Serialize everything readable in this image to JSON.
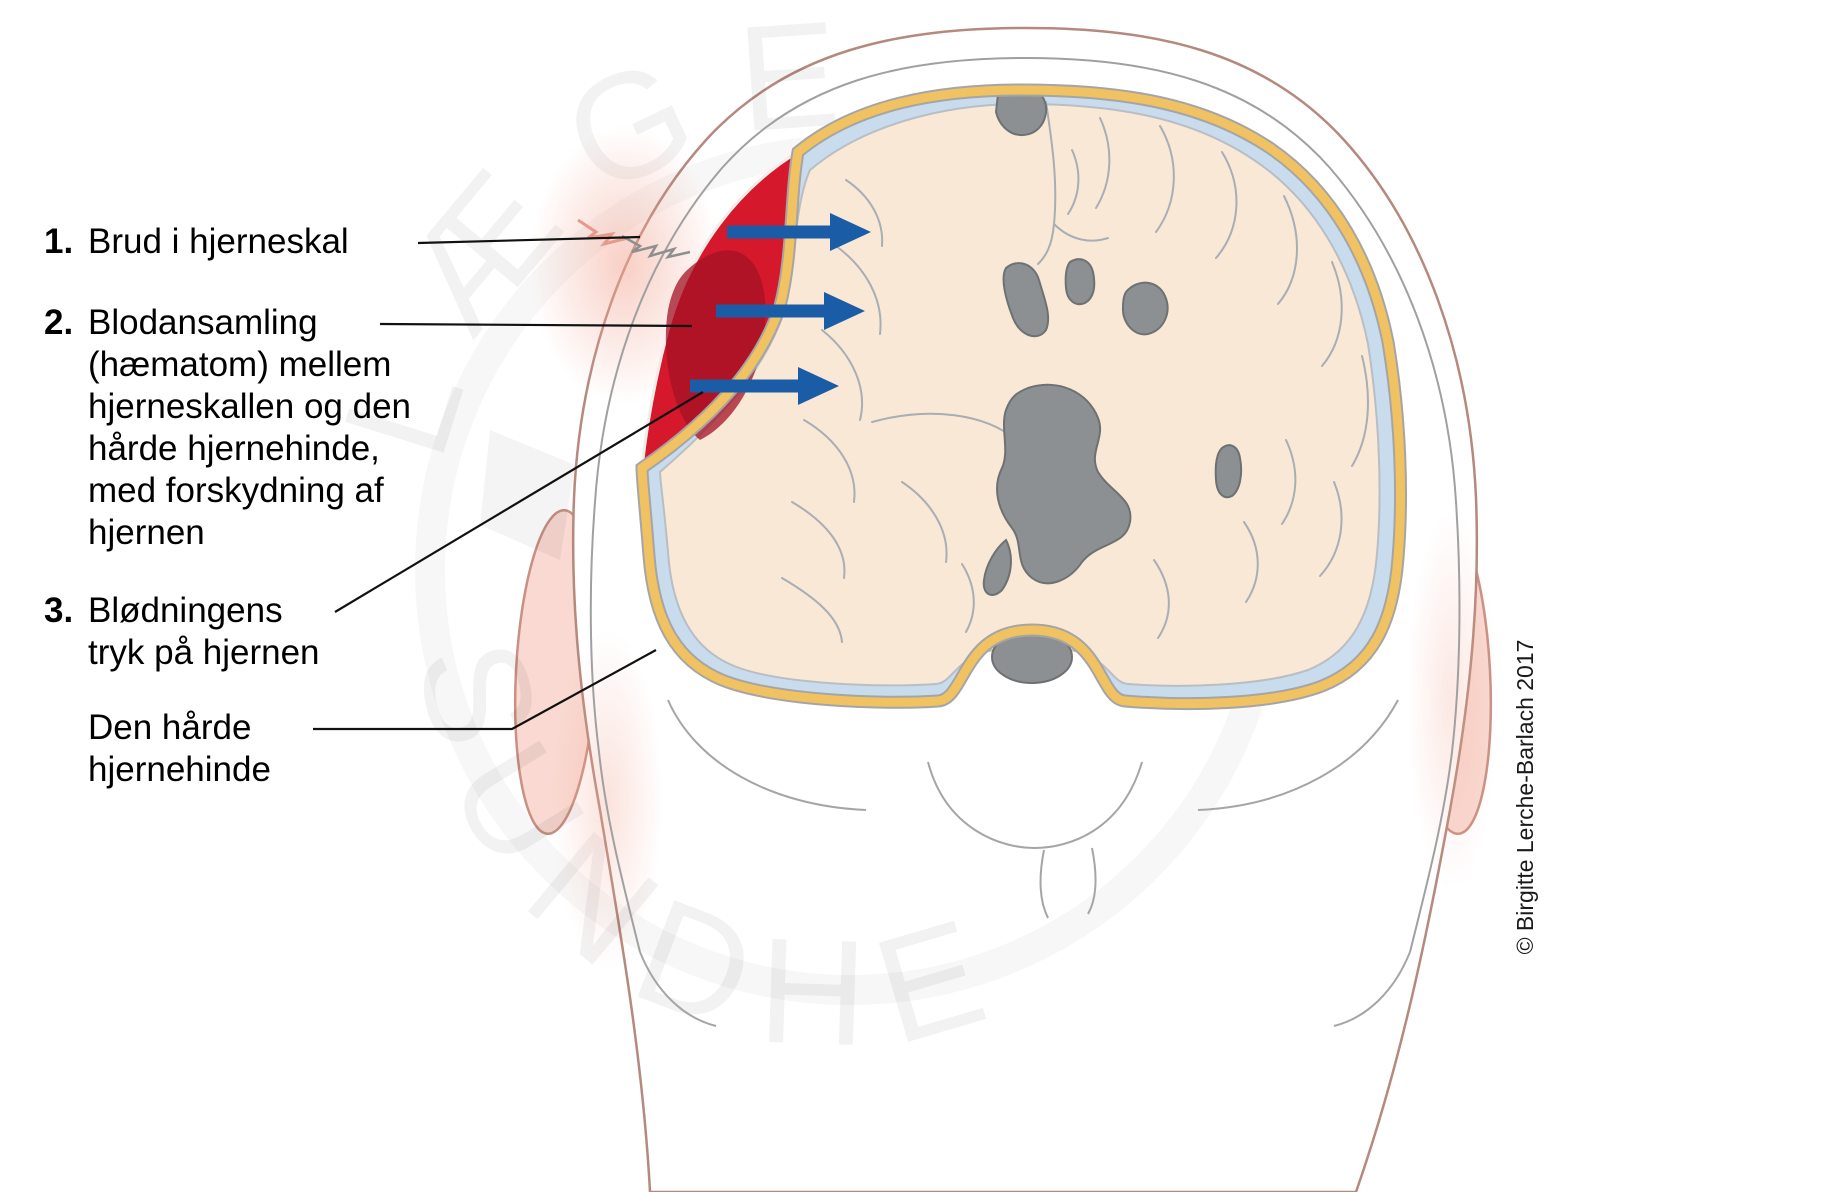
{
  "diagram": {
    "labels": [
      {
        "num": "1.",
        "text": "Brud i hjerneskal"
      },
      {
        "num": "2.",
        "text": "Blodansamling\n(hæmatom) mellem\nhjerneskallen og den\nhårde hjernehinde,\nmed forskydning af\nhjernen"
      },
      {
        "num": "3.",
        "text": "Blødningens\ntryk på hjernen"
      },
      {
        "num": "",
        "text": "Den hårde\nhjernehinde"
      }
    ],
    "credit": "© Birgitte Lerche-Barlach 2017",
    "watermark": {
      "arc_top": "LÆGE",
      "arc_bottom": "SUNDHED"
    },
    "colors": {
      "hematoma": "#d5182b",
      "hematoma_dark": "#a31124",
      "arrow": "#1b5ca6",
      "dura": "#f1c262",
      "csf": "#c8dcee",
      "brain": "#f9e8d6",
      "ventricle": "#8d9093",
      "skin_line": "#b5897e",
      "ear_fill": "#f9d9d1"
    }
  }
}
